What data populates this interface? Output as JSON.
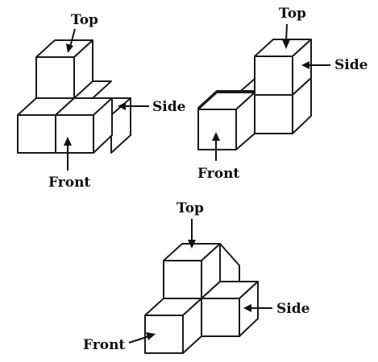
{
  "figures": [
    {
      "id": "figure-1",
      "labels": {
        "top": "Top",
        "side": "Side",
        "front": "Front"
      }
    },
    {
      "id": "figure-2",
      "labels": {
        "top": "Top",
        "side": "Side",
        "front": "Front"
      }
    },
    {
      "id": "figure-3",
      "labels": {
        "top": "Top",
        "side": "Side",
        "front": "Front"
      }
    }
  ],
  "colors": {
    "line": "#1a1a1a",
    "face": "#ffffff"
  }
}
